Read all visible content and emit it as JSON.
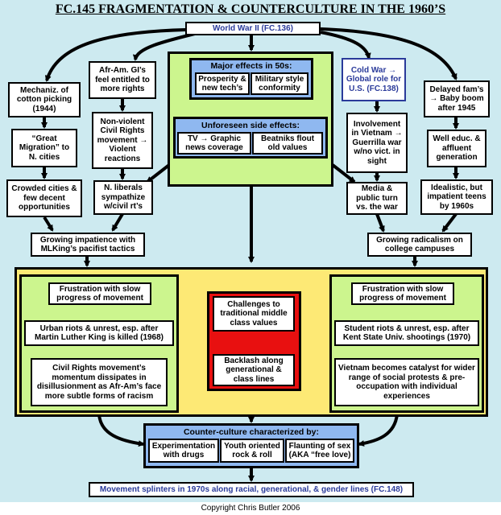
{
  "title": "FC.145 FRAGMENTATION & COUNTERCULTURE IN THE 1960’S",
  "ww2": "World War II (FC.136)",
  "left_chain": {
    "cotton": "Mechaniz. of cotton picking (1944)",
    "migration": "“Great Migration” to N. cities",
    "crowded": "Crowded cities & few decent opportunities"
  },
  "gi_chain": {
    "gis": "Afr-Am. GI’s feel entitled to more rights",
    "nonviolent": "Non-violent Civil Rights movement → Violent reactions",
    "liberals": "N. liberals sympathize w/civil rt’s"
  },
  "impatience": "Growing impatience with MLKing’s pacifist tactics",
  "fifties": {
    "header": "Major effects in 50s:",
    "prosperity": "Prosperity & new tech’s",
    "military": "Military style conformity",
    "side_header": "Unforeseen side effects:",
    "tv": "TV → Graphic news coverage",
    "beatniks": "Beatniks flout old values"
  },
  "cold_war_chain": {
    "cold_war": "Cold War → Global role for U.S. (FC.138)",
    "vietnam": "Involvement in Vietnam → Guerrilla war w/no vict. in sight",
    "media": "Media & public turn vs. the war"
  },
  "boom_chain": {
    "delayed": "Delayed fam’s → Baby boom after 1945",
    "educ": "Well educ. & affluent generation",
    "idealistic": "Idealistic, but impatient teens by 1960s"
  },
  "radicalism": "Growing radicalism on college campuses",
  "left_panel": {
    "frustration": "Frustration with slow progress of movement",
    "riots": "Urban riots & unrest, esp. after Martin Luther King is killed (1968)",
    "dissipates": "Civil Rights movement’s momentum dissipates in disillusionment as Afr-Am’s face more subtle forms of racism"
  },
  "center_panel": {
    "challenges": "Challenges to traditional middle class values",
    "backlash": "Backlash along generational & class lines"
  },
  "right_panel": {
    "frustration": "Frustration with slow progress of movement",
    "riots": "Student riots & unrest, esp. after Kent State Univ. shootings (1970)",
    "vietnam": "Vietnam becomes catalyst for wider range of social protests & pre-occupation with individual experiences"
  },
  "counter": {
    "header": "Counter-culture characterized by:",
    "drugs": "Experimentation with drugs",
    "rock": "Youth oriented rock & roll",
    "sex": "Flaunting of sex (AKA “free love)"
  },
  "splinters": "Movement splinters in 1970s along racial, generational, & gender lines (FC.148)",
  "copyright": "Copyright Chris Butler 2006"
}
